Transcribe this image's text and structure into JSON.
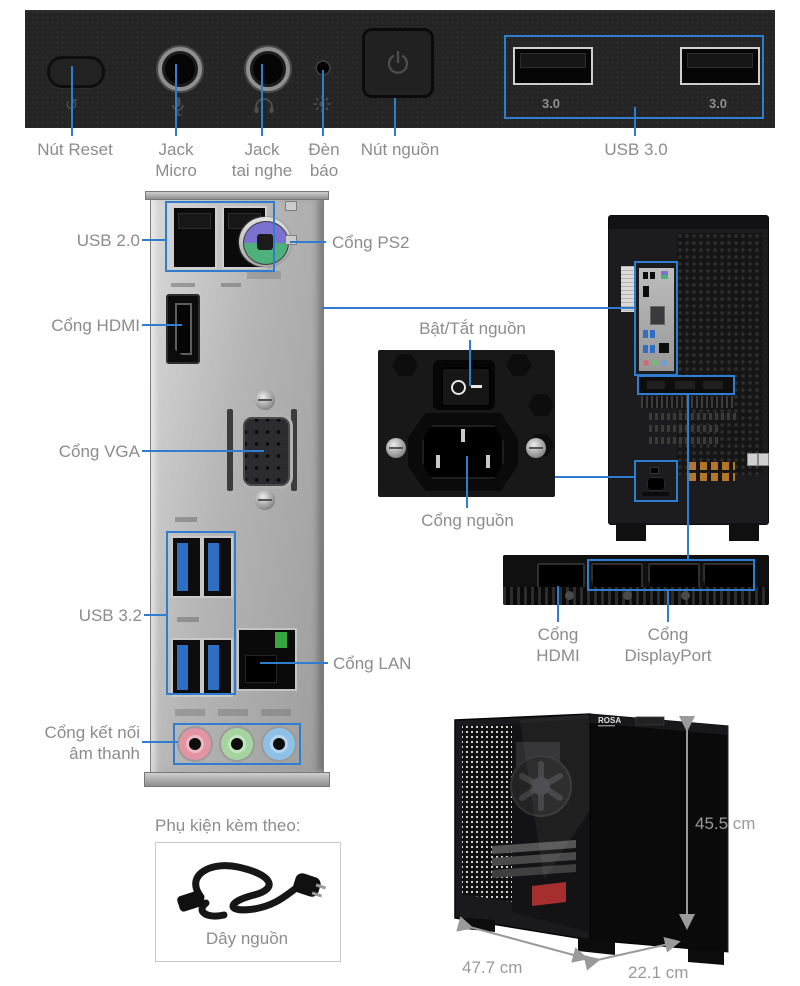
{
  "colors": {
    "accent": "#2e7dd1",
    "label_text": "#8c8c8c",
    "dimension_text": "#9a9a9a"
  },
  "icons": {
    "reset_icon": "↺",
    "mic_icon": "microphone",
    "headphone_icon": "headphones",
    "led_icon": "light-rays",
    "power_icon": "power-symbol"
  },
  "front_panel": {
    "reset_label": "Nút Reset",
    "mic_label": [
      "Jack",
      "Micro"
    ],
    "headphone_label": [
      "Jack",
      "tai nghe"
    ],
    "led_label": [
      "Đèn",
      "báo"
    ],
    "power_label": "Nút nguồn",
    "usb_label": "USB 3.0",
    "usb_marks": [
      "3.0",
      "3.0"
    ]
  },
  "io_panel": {
    "usb20_label": "USB 2.0",
    "ps2_label": "Cổng PS2",
    "hdmi_label": "Cổng HDMI",
    "vga_label": "Cổng VGA",
    "usb32_label": "USB 3.2",
    "lan_label": "Cổng LAN",
    "audio_label": [
      "Cổng kết nối",
      "âm thanh"
    ]
  },
  "power_section": {
    "switch_label": "Bật/Tắt nguồn",
    "inlet_label": "Cổng nguồn"
  },
  "gpu_section": {
    "hdmi_label": [
      "Cổng",
      "HDMI"
    ],
    "dp_label": [
      "Cổng",
      "DisplayPort"
    ]
  },
  "accessories": {
    "heading": "Phụ kiện kèm theo:",
    "item": "Dây nguồn"
  },
  "case_front": {
    "logo": "ROSA",
    "height": "45.5 cm",
    "depth": "47.7 cm",
    "width": "22.1 cm"
  }
}
